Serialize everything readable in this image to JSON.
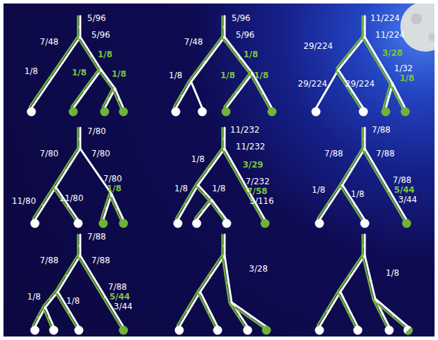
{
  "diagram": {
    "labels": [
      "5/96",
      "7/48",
      "5/96",
      "1/8",
      "1/8",
      "1/8",
      "1/8",
      "5/96",
      "7/48",
      "5/96",
      "1/8",
      "1/8",
      "1/8",
      "1/8",
      "11/224",
      "29/224",
      "11/224",
      "3/28",
      "29/224",
      "29/224",
      "1/32",
      "1/8",
      "7/80",
      "7/80",
      "7/80",
      "11/80",
      "11/80",
      "7/80",
      "1/8",
      "11/232",
      "1/8",
      "11/232",
      "3/29",
      "1/8",
      "1/8",
      "7/232",
      "7/58",
      "3/116",
      "7/88",
      "7/88",
      "7/88",
      "1/8",
      "1/8",
      "7/88",
      "5/44",
      "3/44",
      "7/88",
      "7/88",
      "7/88",
      "1/8",
      "1/8",
      "7/88",
      "5/44",
      "3/44",
      "3/28",
      "1/8"
    ]
  }
}
